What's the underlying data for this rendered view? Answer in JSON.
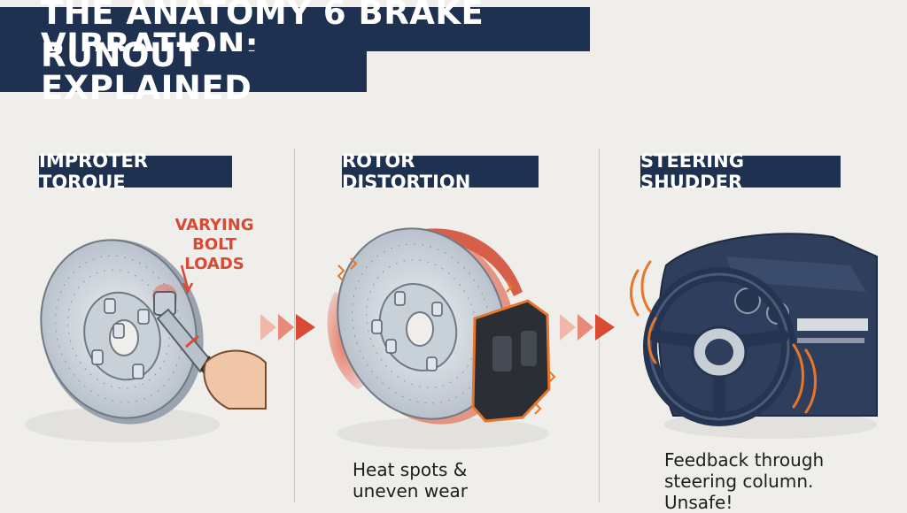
{
  "title": {
    "line1": "THE ANATOMY 6 BRAKE VIBRATION:",
    "line2": "RUNOUT EXPLAINED"
  },
  "panels": [
    {
      "label": "IMPROTER TORQUE",
      "callout_line1": "VARYING BOLT",
      "callout_line2": "LOADS"
    },
    {
      "label": "ROTOR DISTORTION",
      "caption_line1": "Heat spots &",
      "caption_line2": "uneven wear"
    },
    {
      "label": "STEERING SHUDDER",
      "caption_line1": "Feedback through",
      "caption_line2": "steering column.",
      "caption_line3": "Unsafe!"
    }
  ],
  "colors": {
    "navy": "#1f3150",
    "accent_red": "#d94a35",
    "vibration_orange": "#e8762a",
    "background": "#efeeea"
  },
  "icons": [
    "brake-rotor-icon",
    "torque-wrench-icon",
    "warped-rotor-icon",
    "brake-caliper-icon",
    "steering-wheel-icon",
    "dashboard-icon",
    "vibration-lines-icon",
    "flow-arrow-icon"
  ]
}
